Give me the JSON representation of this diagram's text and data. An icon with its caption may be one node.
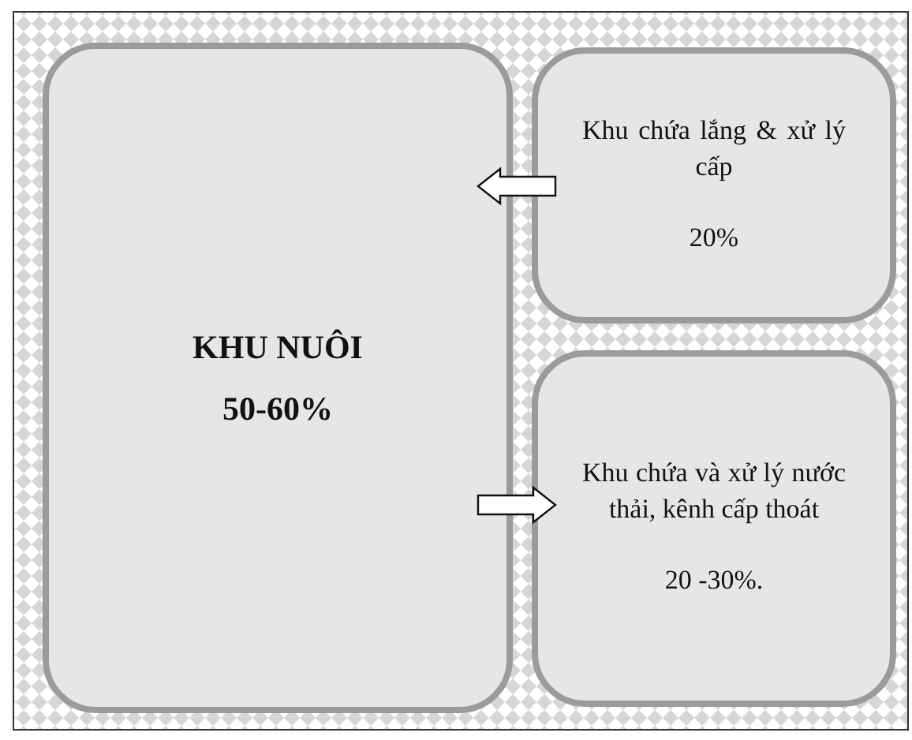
{
  "diagram": {
    "nodes": [
      {
        "text": [
          "KHU NUÔI",
          "50-60%"
        ]
      },
      {
        "text": [
          "Khu chứa lắng & xử lý cấp",
          "20%"
        ]
      },
      {
        "text": [
          "Khu chứa và xử lý nước thải, kênh cấp thoát",
          "20 -30%."
        ]
      }
    ],
    "edges": [
      {
        "from": 1,
        "to": 0,
        "arrow": "to"
      },
      {
        "from": 0,
        "to": 2,
        "arrow": "to"
      }
    ]
  }
}
